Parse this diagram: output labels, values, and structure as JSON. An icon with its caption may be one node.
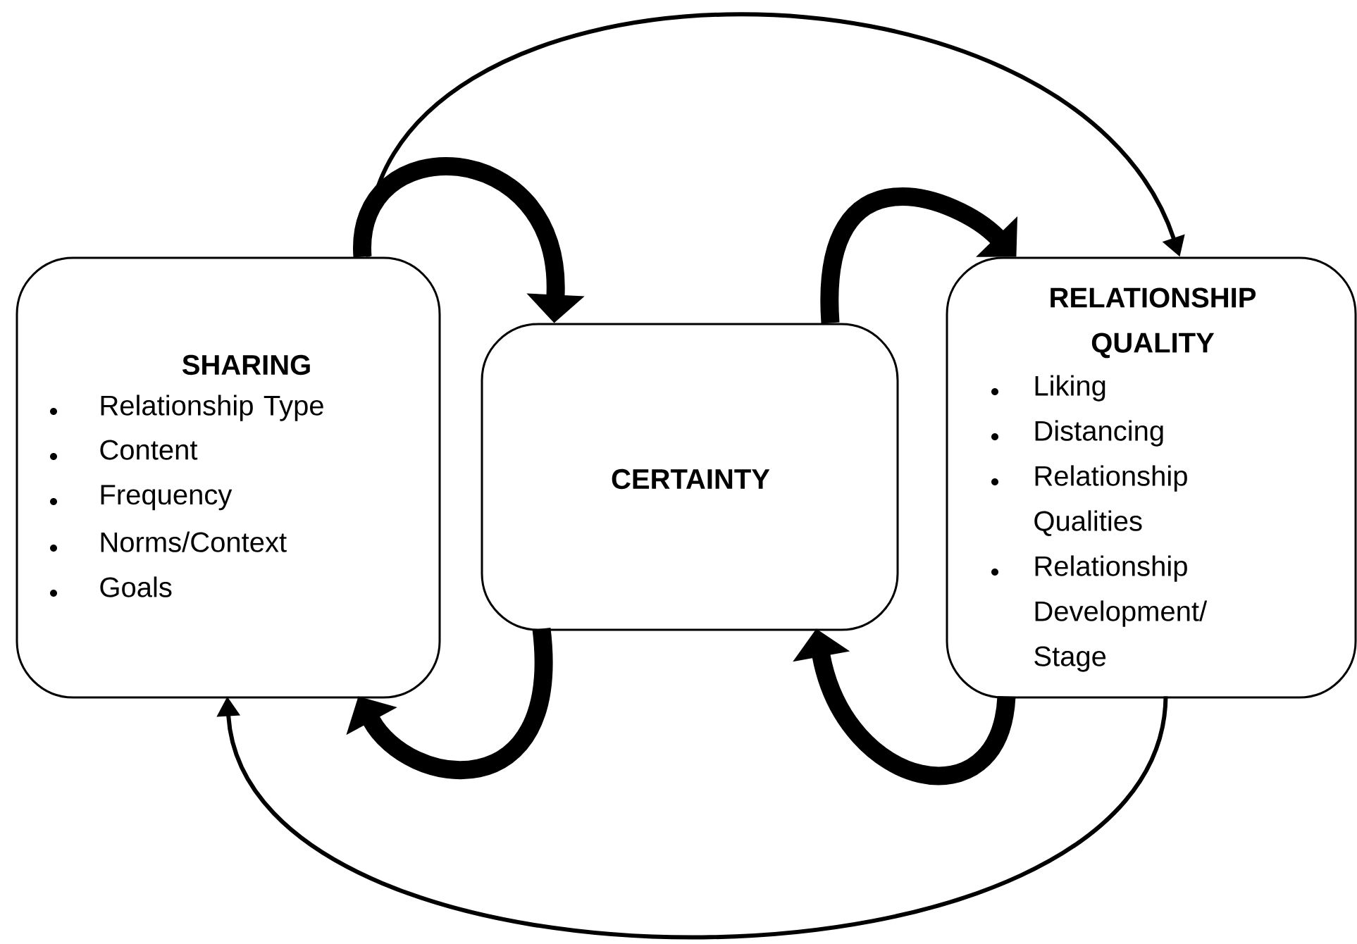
{
  "diagram": {
    "nodes": [
      {
        "text": [
          "SHARING",
          "Relationship Type",
          "Content",
          "Frequency",
          "Norms/Context",
          "Goals"
        ]
      },
      {
        "text": [
          "CERTAINTY"
        ]
      },
      {
        "text": [
          "RELATIONSHIP QUALITY",
          "Liking",
          "Distancing",
          "Relationship Qualities",
          "Relationship Development/ Stage"
        ]
      }
    ],
    "edges": [
      {
        "from": 0,
        "to": 2,
        "arrow": "to"
      },
      {
        "from": 0,
        "to": 1,
        "arrow": "to"
      },
      {
        "from": 1,
        "to": 2,
        "arrow": "to"
      },
      {
        "from": 1,
        "to": 0,
        "arrow": "to"
      },
      {
        "from": 2,
        "to": 1,
        "arrow": "to"
      },
      {
        "from": 2,
        "to": 0,
        "arrow": "to"
      }
    ]
  }
}
